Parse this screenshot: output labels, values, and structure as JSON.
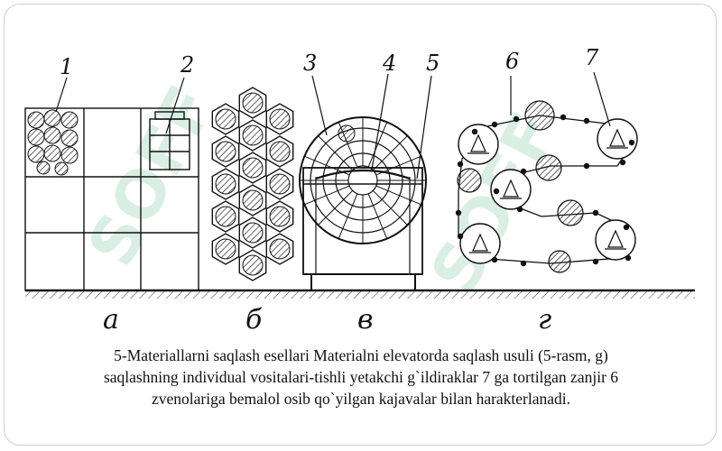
{
  "figure": {
    "part_labels": [
      "1",
      "2",
      "3",
      "4",
      "5",
      "6",
      "7"
    ],
    "panel_labels": [
      "а",
      "б",
      "в",
      "г"
    ],
    "watermark": "SOFF"
  },
  "caption": {
    "line1": "5-Materiallarni saqlash esellari Materialni elevatorda saqlash usuli (5-rasm, g)",
    "line2": "saqlashning individual  vositalari-tishli yetakchi g`ildiraklar 7 ga tortilgan zanjir 6",
    "line3": "zvenolariga bemalol osib qo`yilgan kajavalar bilan harakterlanadi."
  }
}
